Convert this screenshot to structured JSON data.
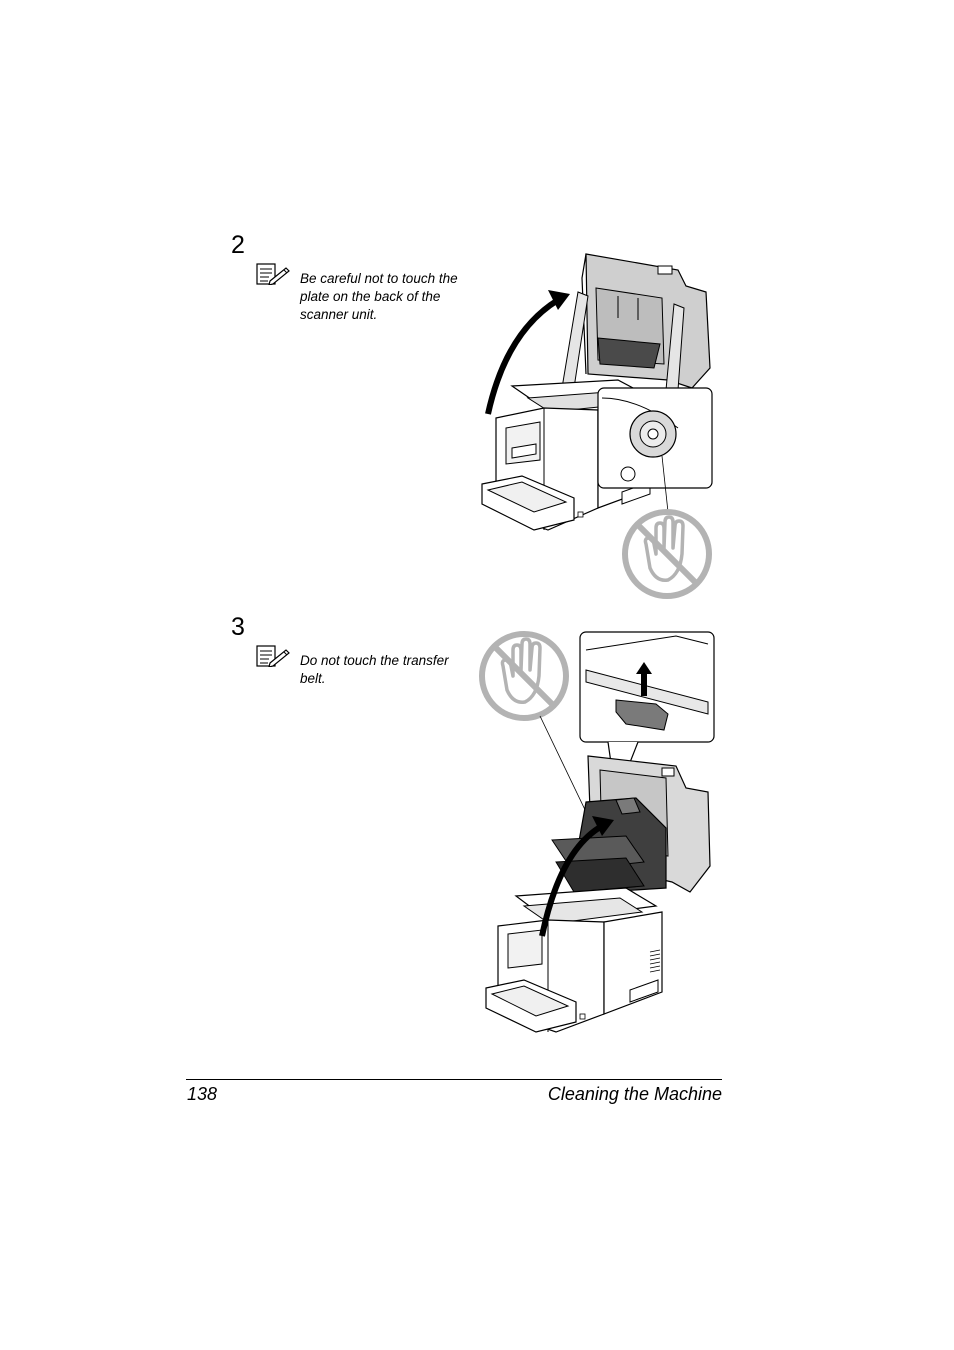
{
  "steps": [
    {
      "number": "2",
      "note": "Be careful not to touch the plate on the back of the scanner unit."
    },
    {
      "number": "3",
      "note": "Do not touch the transfer belt."
    }
  ],
  "icons": {
    "note": "note-pencil-icon",
    "warning": "no-touch-hand-icon"
  },
  "colors": {
    "warning_gray": "#b3b3b3",
    "panel_gray": "#d9d9d9",
    "dark_gray": "#4a4a4a"
  },
  "footer": {
    "page_number": "138",
    "section_title": "Cleaning the Machine"
  }
}
